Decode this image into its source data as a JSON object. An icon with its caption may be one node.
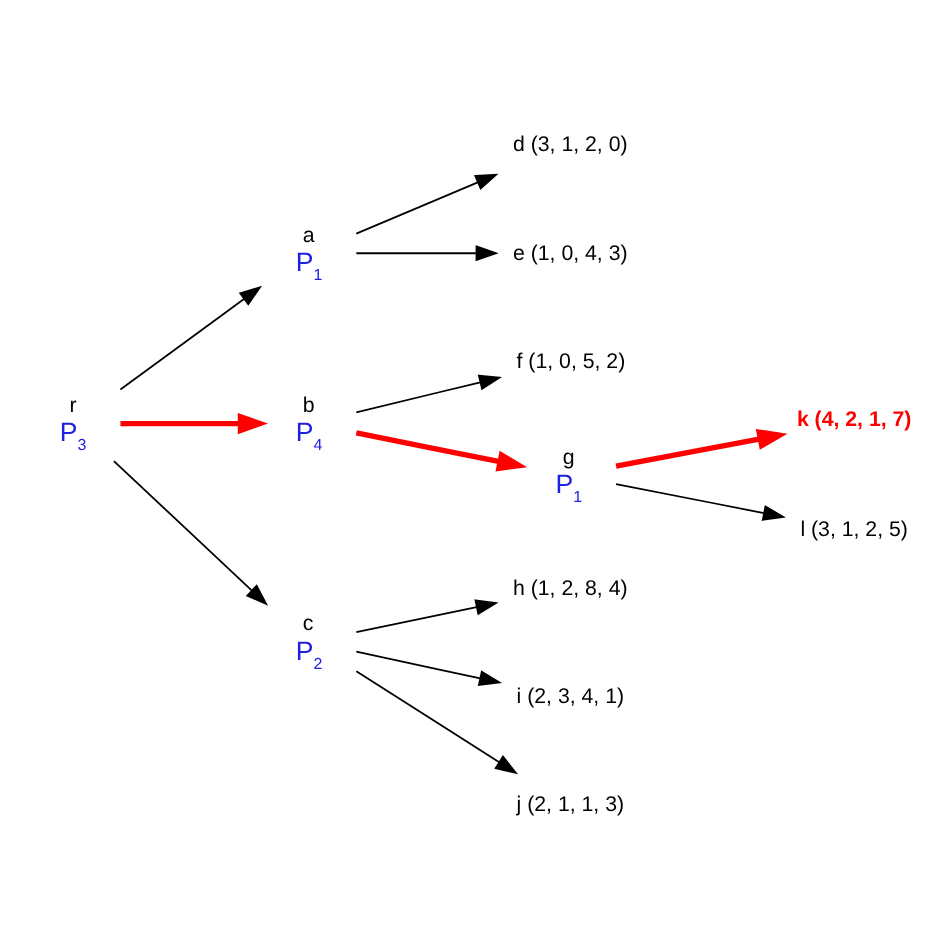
{
  "diagram": {
    "nodes": [
      {
        "text": [
          "r"
        ],
        "beside": [
          "P$_{3}$"
        ]
      },
      {
        "text": [
          "a"
        ],
        "beside": [
          "P$_{1}$"
        ]
      },
      {
        "text": [
          "d (3, 1, 2, 0)"
        ]
      },
      {
        "text": [
          "e (1, 0, 4, 3)"
        ]
      },
      {
        "text": [
          "b"
        ],
        "beside": [
          "P$_{4}$"
        ]
      },
      {
        "text": [
          "f (1, 0, 5, 2)"
        ]
      },
      {
        "text": [
          "g"
        ],
        "beside": [
          "P$_{1}$"
        ]
      },
      {
        "text": [
          "k (4, 2, 1, 7)"
        ]
      },
      {
        "text": [
          "l (3, 1, 2, 5)"
        ]
      },
      {
        "text": [
          "c"
        ],
        "beside": [
          "P$_{2}$"
        ]
      },
      {
        "text": [
          "h (1, 2, 8, 4)"
        ]
      },
      {
        "text": [
          "i (2, 3, 4, 1)"
        ]
      },
      {
        "text": [
          "j (2, 1, 1, 3)"
        ]
      }
    ],
    "edges": [
      {
        "from": 0,
        "to": 1,
        "arrow": "to"
      },
      {
        "from": 0,
        "to": 4,
        "arrow": "to",
        "style": "thick",
        "color": "#ff0000"
      },
      {
        "from": 0,
        "to": 9,
        "arrow": "to"
      },
      {
        "from": 1,
        "to": 2,
        "arrow": "to"
      },
      {
        "from": 1,
        "to": 3,
        "arrow": "to"
      },
      {
        "from": 4,
        "to": 5,
        "arrow": "to"
      },
      {
        "from": 4,
        "to": 6,
        "arrow": "to",
        "style": "thick",
        "color": "#ff0000"
      },
      {
        "from": 6,
        "to": 7,
        "arrow": "to",
        "style": "thick",
        "color": "#ff0000"
      },
      {
        "from": 6,
        "to": 8,
        "arrow": "to"
      },
      {
        "from": 9,
        "to": 10,
        "arrow": "to"
      },
      {
        "from": 9,
        "to": 11,
        "arrow": "to"
      },
      {
        "from": 9,
        "to": 12,
        "arrow": "to"
      }
    ]
  }
}
